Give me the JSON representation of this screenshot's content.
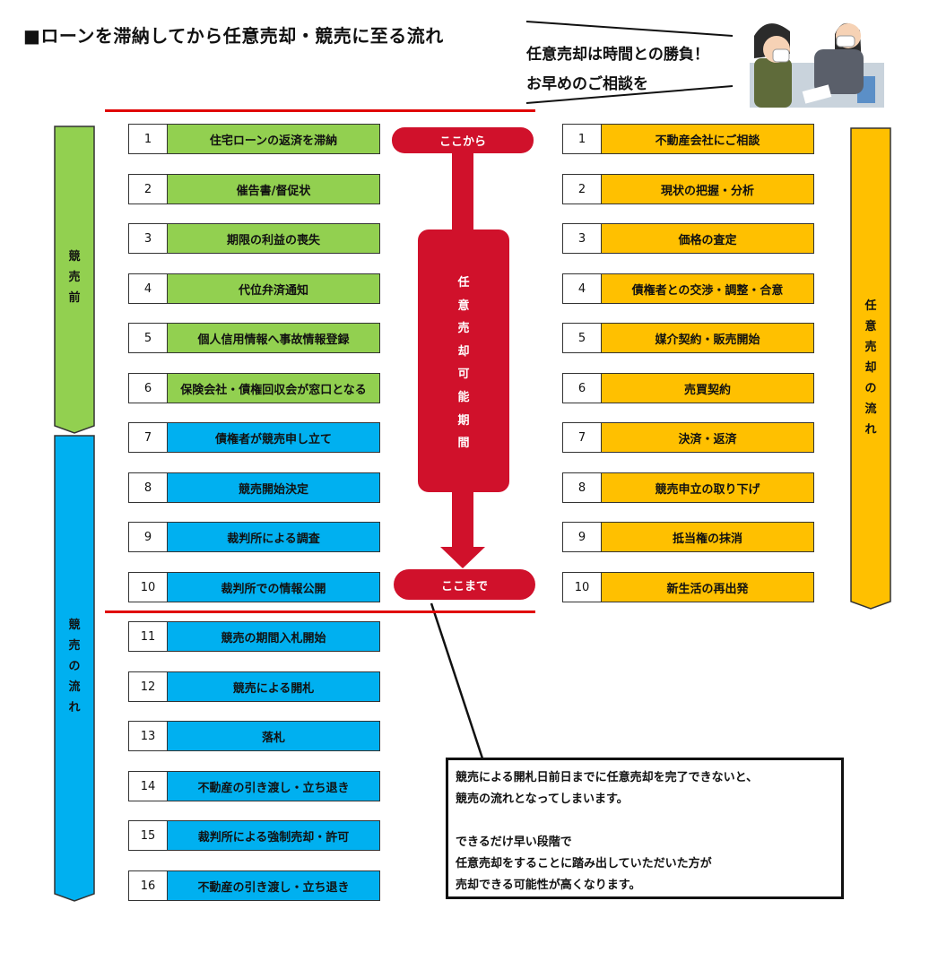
{
  "title": "■ローンを滞納してから任意売却・競売に至る流れ",
  "speech": {
    "line1": "任意売却は時間との勝負！",
    "line2": "お早めのご相談を"
  },
  "colors": {
    "green": "#92d050",
    "blue": "#00b0f0",
    "orange": "#ffc000",
    "red": "#d0112b"
  },
  "left_flow": [
    {
      "num": "1",
      "label": "住宅ローンの返済を滞納",
      "phase": "green"
    },
    {
      "num": "2",
      "label": "催告書/督促状",
      "phase": "green"
    },
    {
      "num": "3",
      "label": "期限の利益の喪失",
      "phase": "green"
    },
    {
      "num": "4",
      "label": "代位弁済通知",
      "phase": "green"
    },
    {
      "num": "5",
      "label": "個人信用情報へ事故情報登録",
      "phase": "green"
    },
    {
      "num": "6",
      "label": "保険会社・債権回収会が窓口となる",
      "phase": "green"
    },
    {
      "num": "7",
      "label": "債権者が競売申し立て",
      "phase": "blue"
    },
    {
      "num": "8",
      "label": "競売開始決定",
      "phase": "blue"
    },
    {
      "num": "9",
      "label": "裁判所による調査",
      "phase": "blue"
    },
    {
      "num": "10",
      "label": "裁判所での情報公開",
      "phase": "blue"
    },
    {
      "num": "11",
      "label": "競売の期間入札開始",
      "phase": "blue"
    },
    {
      "num": "12",
      "label": "競売による開札",
      "phase": "blue"
    },
    {
      "num": "13",
      "label": "落札",
      "phase": "blue"
    },
    {
      "num": "14",
      "label": "不動産の引き渡し・立ち退き",
      "phase": "blue"
    },
    {
      "num": "15",
      "label": "裁判所による強制売却・許可",
      "phase": "blue"
    },
    {
      "num": "16",
      "label": "不動産の引き渡し・立ち退き",
      "phase": "blue"
    }
  ],
  "right_flow": [
    {
      "num": "1",
      "label": "不動産会社にご相談"
    },
    {
      "num": "2",
      "label": "現状の把握・分析"
    },
    {
      "num": "3",
      "label": "価格の査定"
    },
    {
      "num": "4",
      "label": "債権者との交渉・調整・合意"
    },
    {
      "num": "5",
      "label": "媒介契約・販売開始"
    },
    {
      "num": "6",
      "label": "売買契約"
    },
    {
      "num": "7",
      "label": "決済・返済"
    },
    {
      "num": "8",
      "label": "競売申立の取り下げ"
    },
    {
      "num": "9",
      "label": "抵当権の抹消"
    },
    {
      "num": "10",
      "label": "新生活の再出発"
    }
  ],
  "side_labels": {
    "before_auction": [
      "競",
      "売",
      "前"
    ],
    "auction_flow": [
      "競",
      "売",
      "の",
      "流",
      "れ"
    ],
    "voluntary_flow": [
      "任",
      "意",
      "売",
      "却",
      "の",
      "流",
      "れ"
    ]
  },
  "center": {
    "start": "ここから",
    "end": "ここまで",
    "period": [
      "任",
      "意",
      "売",
      "却",
      "可",
      "能",
      "期",
      "間"
    ]
  },
  "callout": {
    "lines": [
      "競売による開札日前日までに任意売却を完了できないと、",
      "競売の流れとなってしまいます。",
      "",
      "できるだけ早い段階で",
      "任意売却をすることに踏み出していただいた方が",
      "売却できる可能性が高くなります。"
    ]
  }
}
